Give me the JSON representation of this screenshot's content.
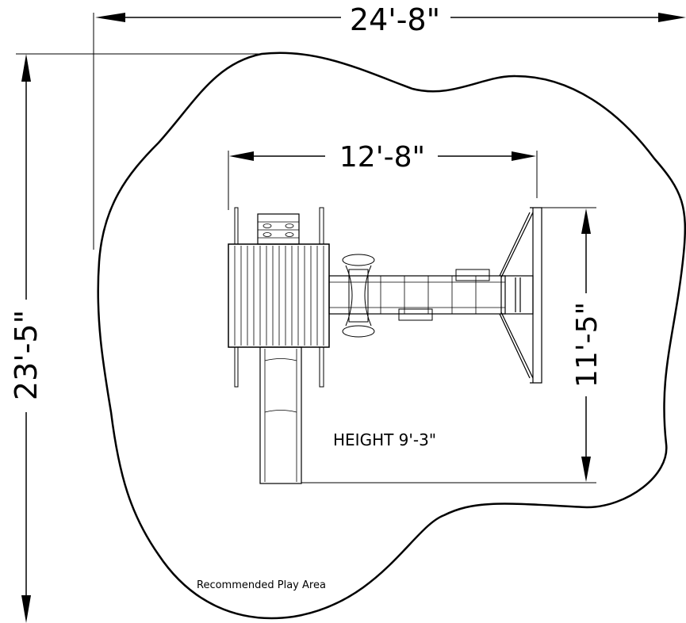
{
  "dimensions": {
    "overall_width": "24'-8\"",
    "overall_depth": "23'-5\"",
    "structure_width": "12'-8\"",
    "structure_depth": "11'-5\""
  },
  "labels": {
    "height": "HEIGHT 9'-3\"",
    "play_area": "Recommended Play Area"
  }
}
